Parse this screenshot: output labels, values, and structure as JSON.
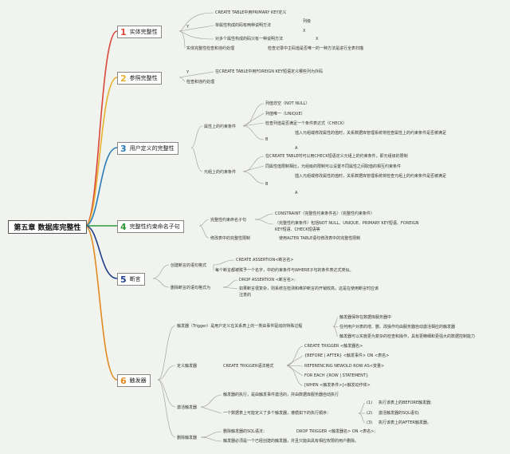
{
  "colors": {
    "c1": "#d9473a",
    "c2": "#e6b02d",
    "c3": "#2a7ab8",
    "c4": "#2f9b3a",
    "c5": "#223e8a",
    "c6": "#e08a1f"
  },
  "root": "第五章 数据库完整性",
  "b1": {
    "num": "1",
    "label": "实体完整性",
    "t1": "CREATE TABLE中用PRIMARY KEY定义",
    "y": "Y",
    "t2": "单属性构成的码有两种说明方法",
    "t3": "列级",
    "x1": "X",
    "t4": "对多个属性构成的码只有一种说明方法",
    "x2": "X",
    "t5": "实体完整性检查和违约处理",
    "t6": "检查记录中主码值是否唯一的一种方法是进行全表扫描"
  },
  "b2": {
    "num": "2",
    "label": "参照完整性",
    "y": "Y",
    "t1": "在CREATE TABLE中用FOREIGN KEY短语定义哪些列为外码",
    "t2": "检查和违约处理"
  },
  "b3": {
    "num": "3",
    "label": "用户定义的完整性",
    "attr": "属性上的约束条件",
    "a1": "列值非空（NOT NULL）",
    "a2": "列值唯一（UNIQUE）",
    "a3": "检查列值是否满足一个条件表达式（CHECK）",
    "b": "B",
    "a4": "插入元组或修改属性的值时，关系数据库管理系统将检查属性上的约束条件是否被满足",
    "a": "A",
    "tuple": "元组上的约束条件",
    "u1": "在CREATE TABLE时可以用CHECK短语定义元组上的约束条件，即元组级的限制",
    "u2": "同属性值限制相比，元组级的限制可以设置不同属性之间取值的相互约束条件",
    "b2": "B",
    "u3": "插入元组或修改属性的值时，关系数据库管理系统将检查元组上的约束条件是否被满足",
    "a2x": "A"
  },
  "b4": {
    "num": "4",
    "label": "完整性约束命名子句",
    "n1": "完整性约束命名子句",
    "c1": "CONSTRAINT〈完整性约束条件名〉〈完整性约束条件〉",
    "c2": "〈完整性约束条件〉包括NOT NULL、UNIQUE、PRIMARY KEY短语、FOREIGN",
    "c3": "KEY短语、CHECK短语等",
    "n2": "修改表中的完整性限制",
    "c4": "使用ALTER TABLE语句修改表中的完整性限制"
  },
  "b5": {
    "num": "5",
    "label": "断言",
    "d1": "创建断言的语句格式",
    "s1": "CREATE ASSERTION<断言名>",
    "s2": "每个断言都被赋予一个名字，中的约束条件与WHERE子句的条件表达式类似。",
    "d2": "删除断言的语句格式为",
    "s3": "DROP ASSERTION <断言名>;",
    "s4": "如果断言很复杂，则系统在检测和维护断言的开销较高，这是在使用断言时应该",
    "s5": "注意的"
  },
  "b6": {
    "num": "6",
    "label": "触发器",
    "p1": "触发器（Trigger）是用户定义在关系表上的一类由事件驱动的特殊过程",
    "p2": "触发器保存在数据库服务器中",
    "p3": "任何用户对表的增、删、改操作均由服务器自动激活相应的触发器",
    "p4": "触发器可以实施更为复杂的检查和操作，具有更精细和更强大的数据控制能力",
    "def": "定义触发器",
    "fmt": "CREATE TRIGGER语法格式",
    "f1": "CREATE TRIGGER <触发器名>",
    "f2": "{BEFORE | AFTER} <触发事件> ON <表名>",
    "f3": "REFERENCING NEWOLD ROW AS<变量>",
    "f4": "FOR EACH {ROW | STATEMENT}",
    "f5": "[WHEN <触发条件>]<触发动作体>",
    "act": "激活触发器",
    "e1": "触发器的执行，是由触发事件激活的，并由数据库服务器自动执行",
    "e2": "一个数据表上可能定义了多个触发器，遵循如下的执行顺序：",
    "o1": "(1)",
    "o1t": "执行该表上的BEFORE触发器;",
    "o2": "(2)",
    "o2t": "激活触发器的SQL语句;",
    "o3": "(3)",
    "o3t": "执行该表上的AFTER触发器。",
    "del": "删除触发器",
    "r1": "删除触发器的SQL语法：",
    "r2": "DROP TRIGGER <触发器名> ON <表名>;",
    "r3": "触发器必须是一个已经创建的触发器，并且只能由具有相应权限的用户删除。"
  }
}
